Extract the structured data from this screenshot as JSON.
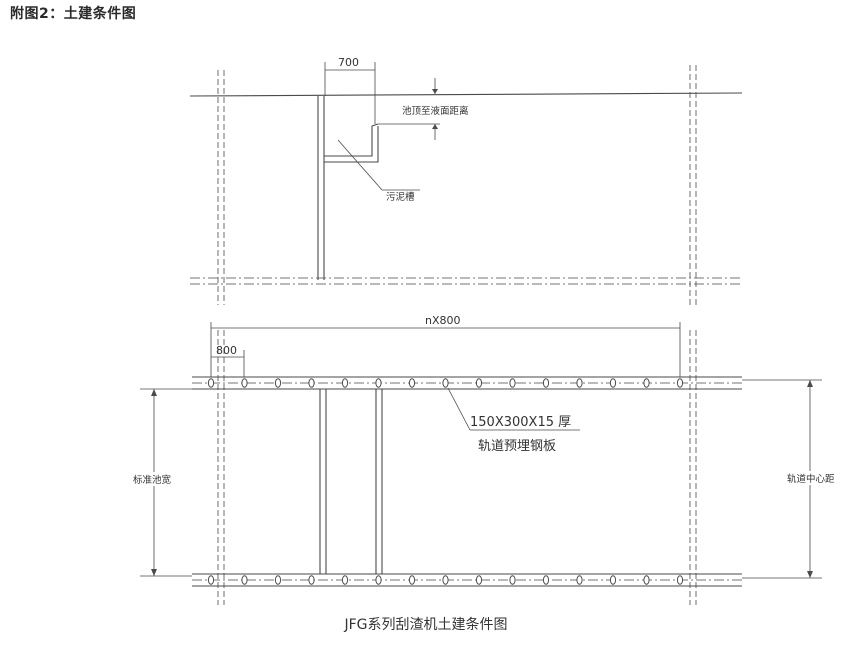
{
  "page": {
    "heading": "附图2：土建条件图",
    "caption": "JFG系列刮渣机土建条件图"
  },
  "top_view": {
    "dim_trough_width": "700",
    "label_depth": "池顶至液面距离",
    "label_trough": "污泥槽"
  },
  "plan_view": {
    "dim_total": "nX800",
    "dim_pitch": "800",
    "plate_spec": "150X300X15 厚",
    "plate_name": "轨道预埋钢板",
    "label_pool_width": "标准池宽",
    "label_track_center": "轨道中心距",
    "plates_per_rail": 15
  }
}
